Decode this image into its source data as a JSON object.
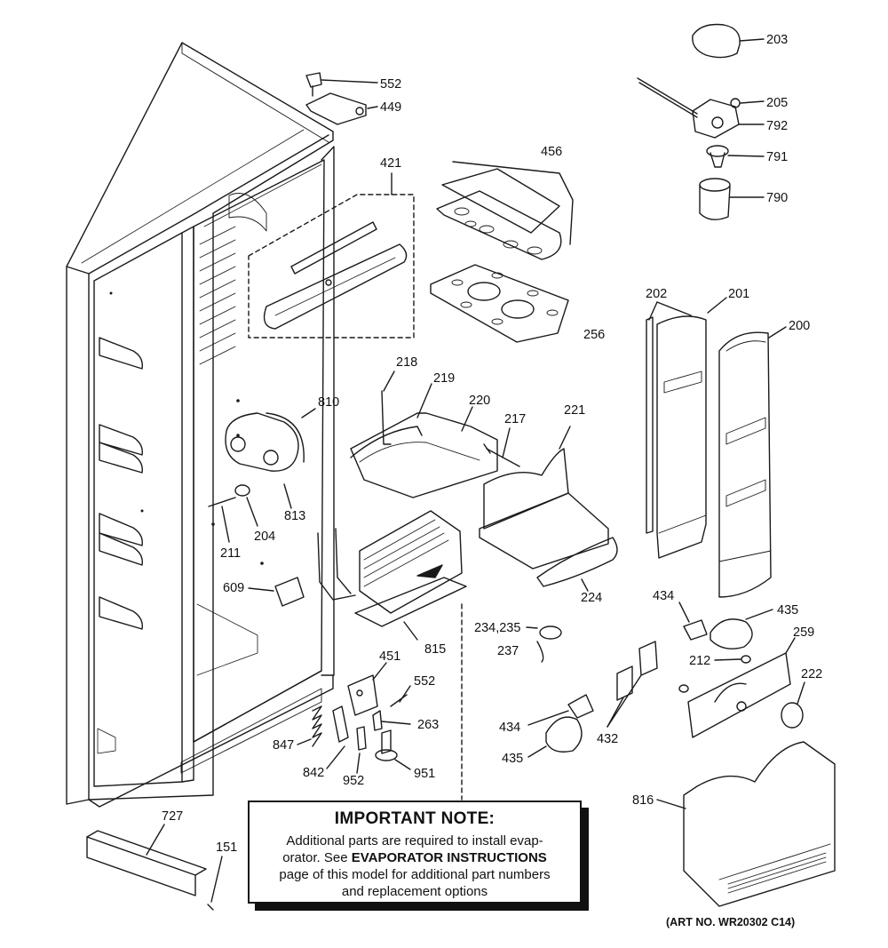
{
  "labels": {
    "p203": "203",
    "p205": "205",
    "p792": "792",
    "p791": "791",
    "p790": "790",
    "p552a": "552",
    "p449": "449",
    "p421": "421",
    "p456": "456",
    "p256": "256",
    "p202": "202",
    "p201": "201",
    "p200": "200",
    "p218": "218",
    "p219": "219",
    "p220": "220",
    "p217": "217",
    "p221": "221",
    "p810": "810",
    "p813": "813",
    "p204": "204",
    "p211": "211",
    "p609": "609",
    "p815": "815",
    "p224": "224",
    "p434a": "434",
    "p435a": "435",
    "p259": "259",
    "p212": "212",
    "p222": "222",
    "p234": "234,235",
    "p237": "237",
    "p451": "451",
    "p552b": "552",
    "p263": "263",
    "p847": "847",
    "p842": "842",
    "p952": "952",
    "p951": "951",
    "p434b": "434",
    "p432": "432",
    "p435b": "435",
    "p816": "816",
    "p727": "727",
    "p151": "151"
  },
  "note": {
    "title": "IMPORTANT NOTE:",
    "line1": "Additional parts are required to install evap-",
    "line2_prefix": "orator.  See ",
    "line2_bold": "EVAPORATOR INSTRUCTIONS",
    "line3": "page of this model for additional part numbers",
    "line4": "and replacement options"
  },
  "art_number": "(ART NO. WR20302 C14)"
}
